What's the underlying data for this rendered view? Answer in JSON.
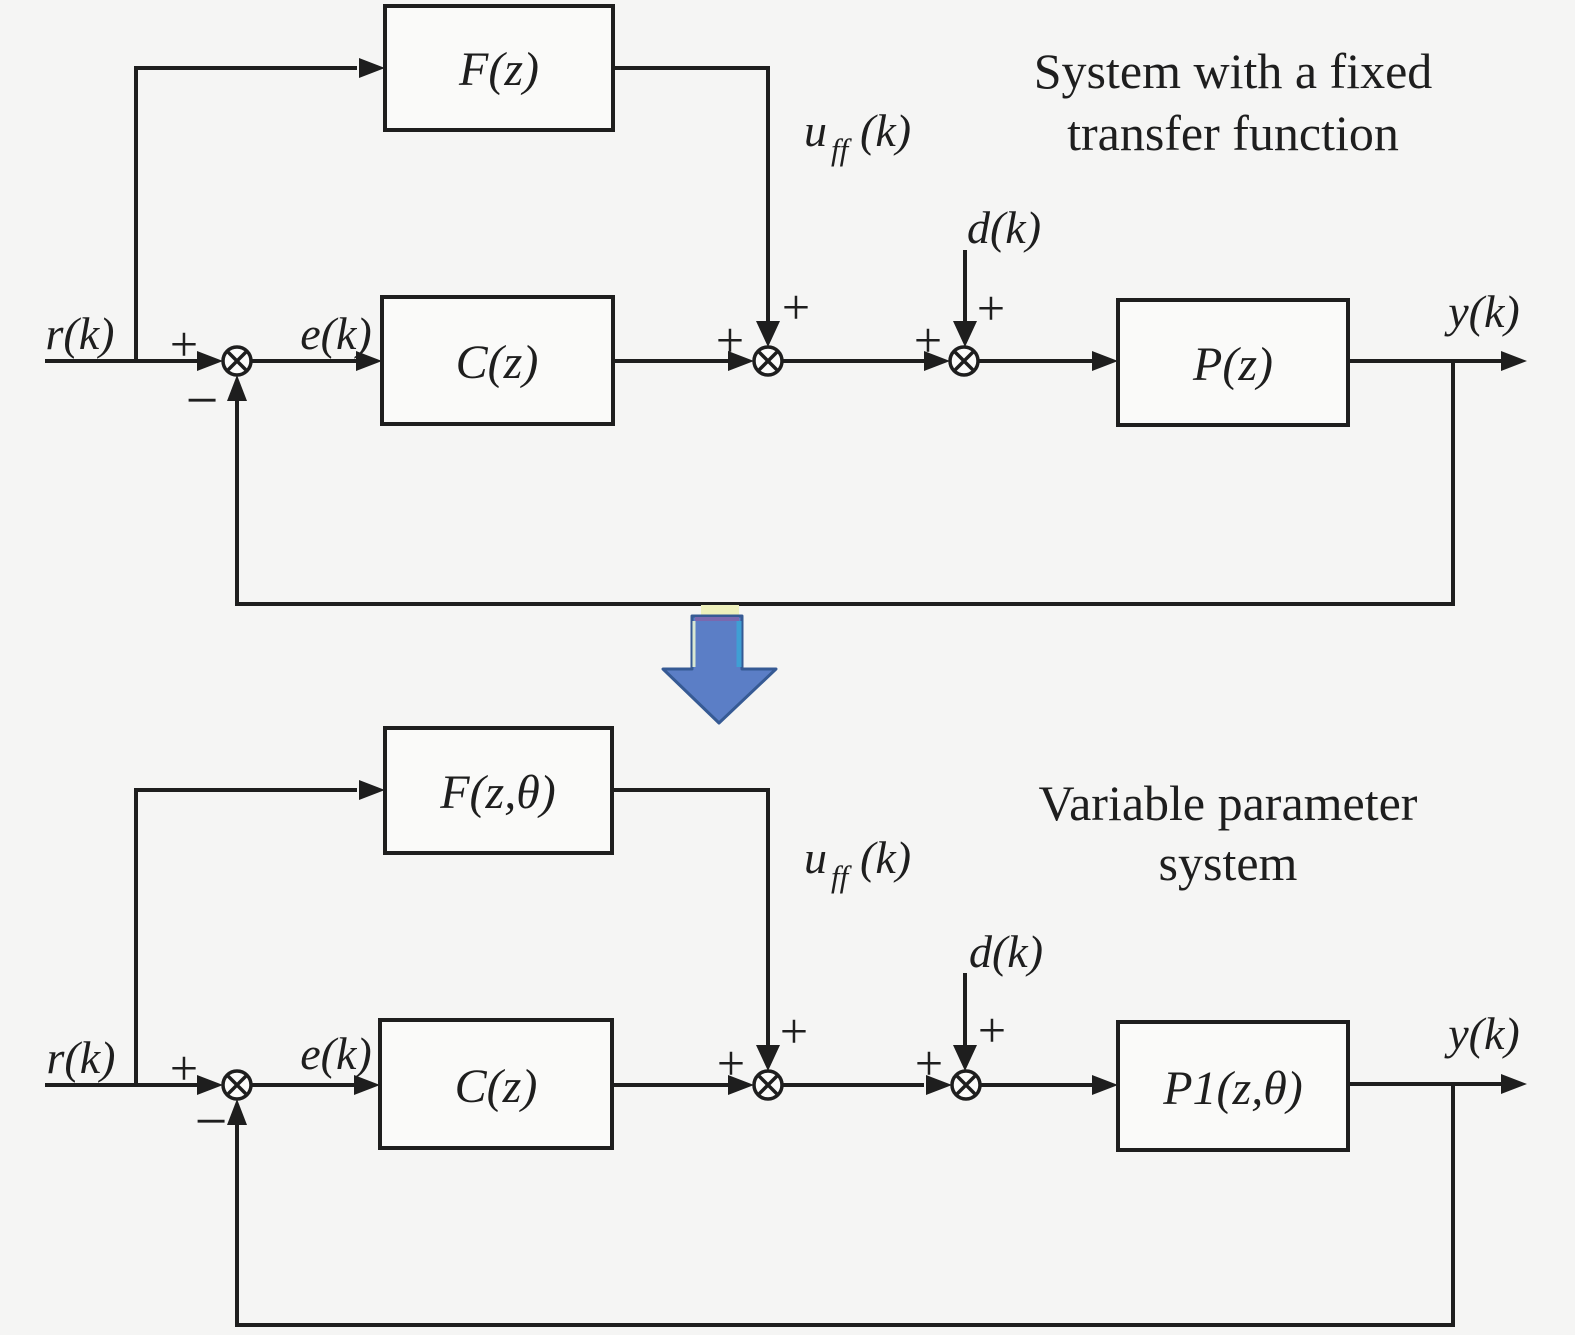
{
  "figure": {
    "type": "block-diagram",
    "description": "Feedforward + feedback control loops: fixed transfer function system transforming into variable parameter system"
  },
  "colors": {
    "background": "#f5f5f4",
    "line": "#1e1e1e",
    "box_fill": "#fafaf9",
    "arrow_fill": "#5b7ec6",
    "arrow_stroke": "#365a94",
    "arrow_top_highlight": "#eef0bc",
    "arrow_edge_purple": "#7b68ae",
    "arrow_edge_cyan": "#3f9fd4",
    "arrow_edge_pale": "#d9e8d2"
  },
  "top": {
    "title_line1": "System with a fixed",
    "title_line2": "transfer function",
    "blocks": {
      "feedforward": "F(z)",
      "controller": "C(z)",
      "plant": "P(z)"
    },
    "signals": {
      "reference": "r(k)",
      "error": "e(k)",
      "uff_base": "u",
      "uff_sub": "ff",
      "uff_arg": "(k)",
      "disturbance": "d(k)",
      "output": "y(k)"
    },
    "signs": {
      "sum1_plus": "+",
      "sum1_minus": "−",
      "sum2_plus_in": "+",
      "sum2_plus_top": "+",
      "sum3_plus_in": "+",
      "sum3_plus_top": "+"
    }
  },
  "bottom": {
    "title_line1": "Variable parameter",
    "title_line2": "system",
    "blocks": {
      "feedforward": "F(z,θ)",
      "controller": "C(z)",
      "plant": "P1(z,θ)"
    },
    "signals": {
      "reference": "r(k)",
      "error": "e(k)",
      "uff_base": "u",
      "uff_sub": "ff",
      "uff_arg": "(k)",
      "disturbance": "d(k)",
      "output": "y(k)"
    },
    "signs": {
      "sum1_plus": "+",
      "sum1_minus": "−",
      "sum2_plus_in": "+",
      "sum2_plus_top": "+",
      "sum3_plus_in": "+",
      "sum3_plus_top": "+"
    }
  }
}
